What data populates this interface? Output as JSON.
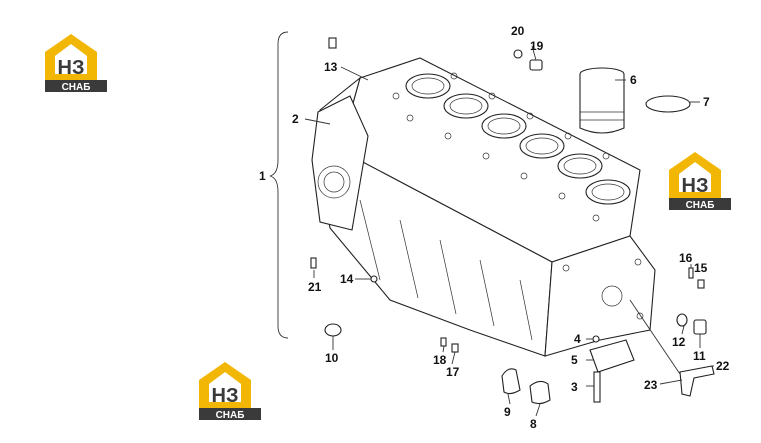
{
  "logo": {
    "big": "НЗ",
    "small": "СНАБ",
    "colors": {
      "gold": "#f2b705",
      "dark": "#3a3a3a"
    }
  },
  "callouts": [
    "1",
    "2",
    "3",
    "4",
    "5",
    "6",
    "7",
    "8",
    "9",
    "10",
    "11",
    "12",
    "13",
    "14",
    "15",
    "16",
    "17",
    "18",
    "19",
    "20",
    "21",
    "22",
    "23"
  ]
}
